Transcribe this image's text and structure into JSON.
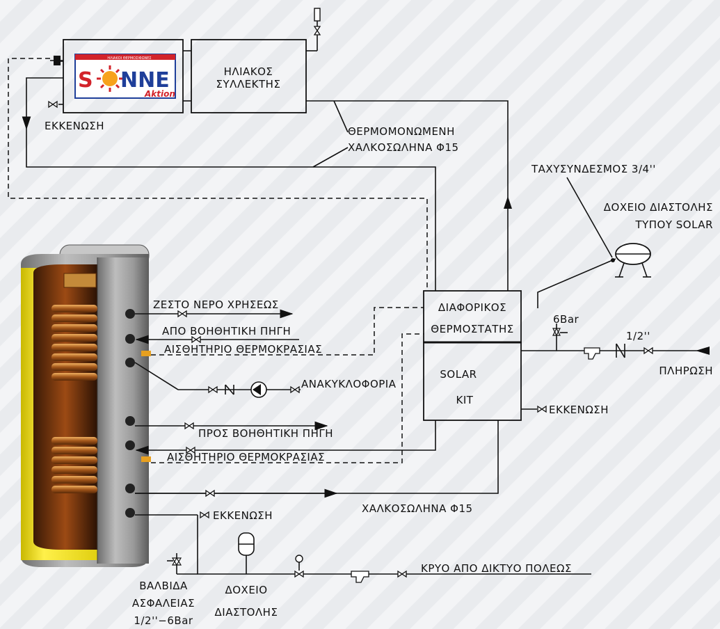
{
  "logo": {
    "brand": "SONNE",
    "sub": "Aktion",
    "tagline": "ΗΛΙΑΚΟΙ ΘΕΡΜΟΣΙΦΩΝΕΣ"
  },
  "colors": {
    "line": "#111111",
    "logo_red": "#d2232a",
    "logo_blue": "#1f3f9a",
    "tank_yellow": "#f5e21a",
    "copper": "#b8651f",
    "tank_shell": "#8c8c8c"
  },
  "labels": {
    "collector": [
      "ΗΛΙΑΚΟΣ",
      "ΣΥΛΛΕΚΤΗΣ"
    ],
    "drain_top": "ΕΚΚΕΝΩΣΗ",
    "insulated_pipe": [
      "ΘΕΡΜΟΜΟΝΩΜΕΝΗ",
      "ΧΑΛΚΟΣΩΛΗΝΑ Φ15"
    ],
    "quick_coupling": "ΤΑΧΥΣΥΝΔΕΣΜΟΣ 3/4''",
    "expansion_solar": [
      "ΔΟΧΕΙΟ ΔΙΑΣΤΟΛΗΣ",
      "ΤΥΠΟΥ SOLAR"
    ],
    "thermostat": [
      "ΔΙΑΦΟΡΙΚΟΣ",
      "ΘΕΡΜΟΣΤΑΤΗΣ"
    ],
    "solar_kit": [
      "SOLAR",
      "KIT"
    ],
    "pressure": "6Bar",
    "half_inch": "1/2''",
    "fill": "ΠΛΗΡΩΣΗ",
    "drain_kit": "ΕΚΚΕΝΩΣΗ",
    "hot_water": "ΖΕΣΤΟ ΝΕΡΟ ΧΡΗΣΕΩΣ",
    "from_aux": "ΑΠΟ ΒΟΗΘΗΤΙΚΗ ΠΗΓΗ",
    "sensor_top": "ΑΙΣΘΗΤΗΡΙΟ ΘΕΡΜΟΚΡΑΣΙΑΣ",
    "recirculation": "ΑΝΑΚΥΚΛΟΦΟΡΙΑ",
    "to_aux": "ΠΡΟΣ ΒΟΗΘΗΤΙΚΗ ΠΗΓΗ",
    "sensor_bottom": "ΑΙΣΘΗΤΗΡΙΟ ΘΕΡΜΟΚΡΑΣΙΑΣ",
    "copper_pipe": "ΧΑΛΚΟΣΩΛΗΝΑ Φ15",
    "drain_tank": "ΕΚΚΕΝΩΣΗ",
    "safety_valve": [
      "ΒΑΛΒΙΔΑ",
      "ΑΣΦΑΛΕΙΑΣ",
      "1/2''−6Bar"
    ],
    "expansion_tank": [
      "ΔΟΧΕΙΟ",
      "ΔΙΑΣΤΟΛΗΣ"
    ],
    "cold_water": "ΚΡΥΟ ΑΠΟ ΔΙΚΤΥΟ ΠΟΛΕΩΣ"
  }
}
